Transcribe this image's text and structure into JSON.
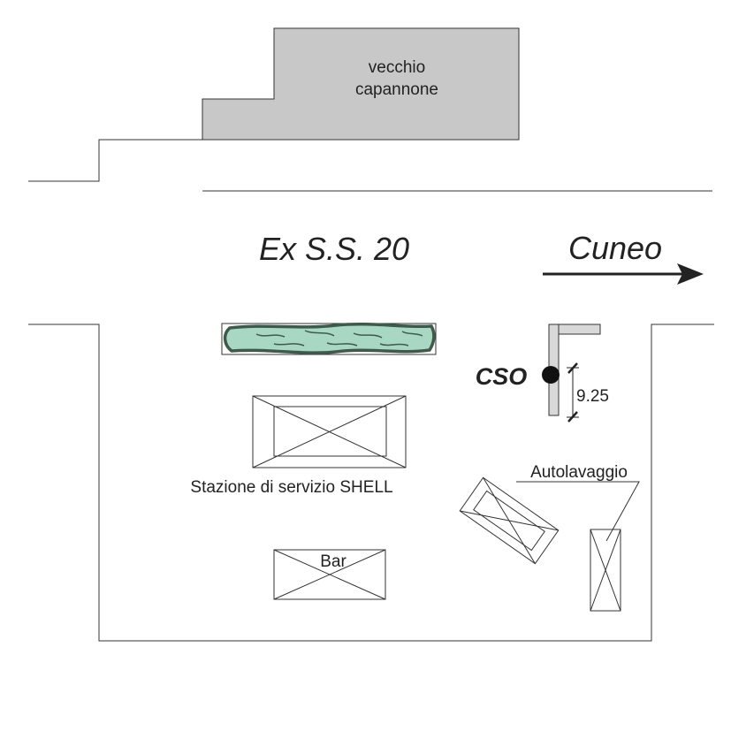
{
  "labels": {
    "old_shed_line1": "vecchio",
    "old_shed_line2": "capannone",
    "road": "Ex S.S. 20",
    "direction": "Cuneo",
    "cso": "CSO",
    "distance": "9.25",
    "car_wash": "Autolavaggio",
    "station": "Stazione di servizio SHELL",
    "bar": "Bar"
  },
  "colors": {
    "shed_fill": "#c8c8c8",
    "hedge_fill": "#a8d8c4",
    "hedge_outline": "#3f5a4a",
    "wall_fill": "#d8d8d8",
    "line": "#333333"
  }
}
